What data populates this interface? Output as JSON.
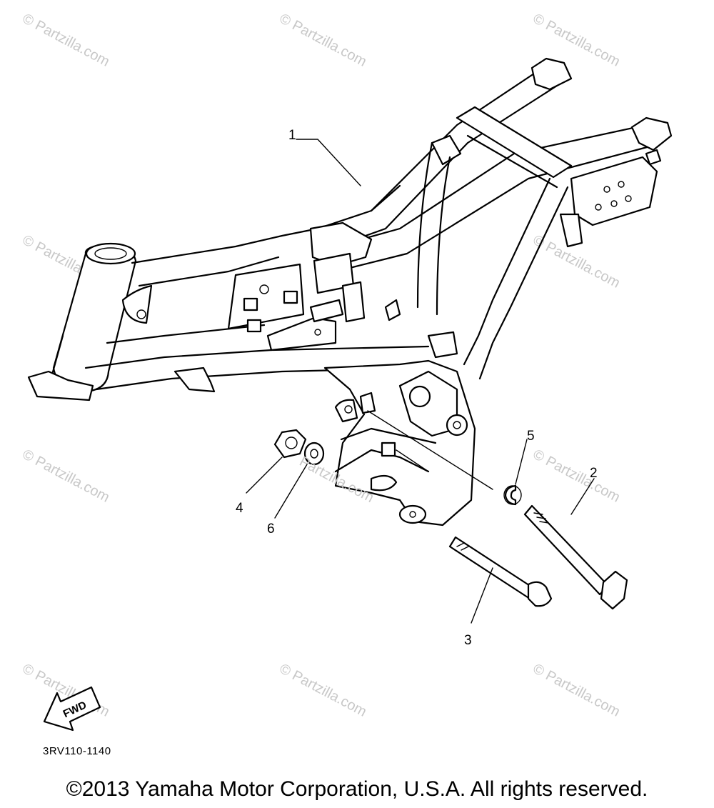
{
  "diagram": {
    "callouts": [
      "1",
      "2",
      "3",
      "4",
      "5",
      "6"
    ],
    "fwd_label": "FWD",
    "diagram_code": "3RV110-1140",
    "copyright": "©2013 Yamaha Motor Corporation, U.S.A. All rights reserved."
  },
  "watermark": {
    "text": "© Partzilla.com",
    "center_text": "Partzilla.com"
  },
  "colors": {
    "line": "#000000",
    "background": "#ffffff",
    "watermark": "#c8c8c8"
  }
}
